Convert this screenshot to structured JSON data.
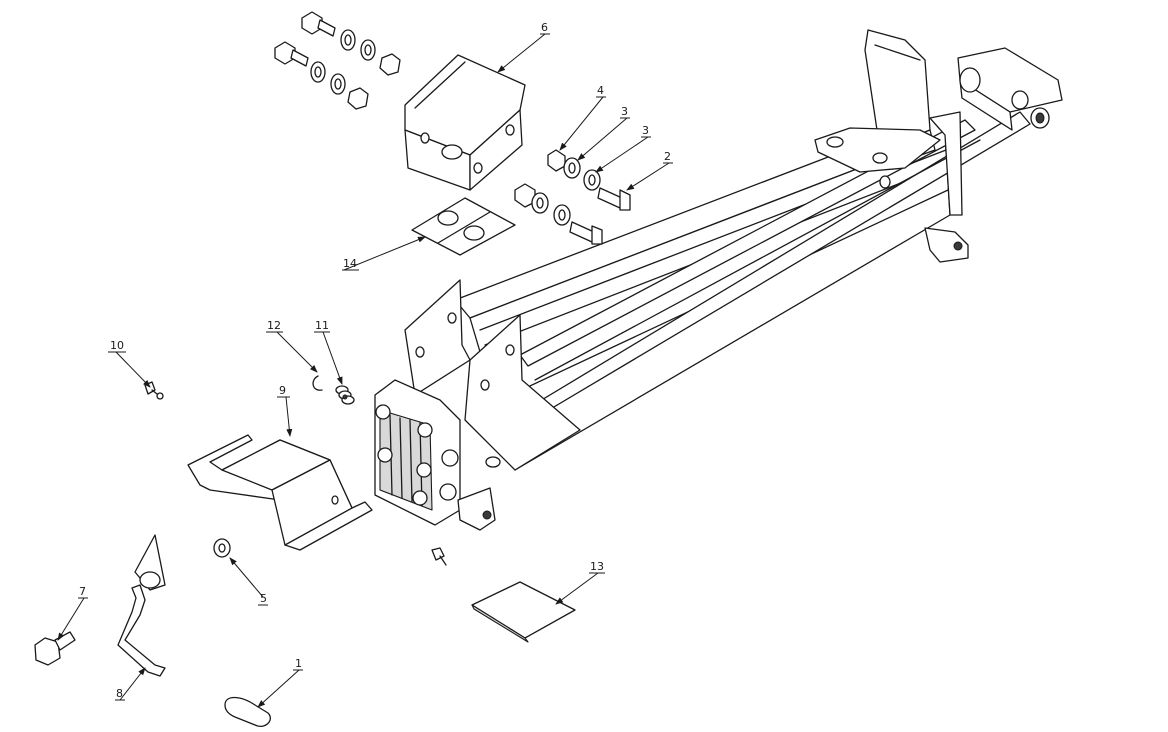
{
  "callouts": [
    {
      "id": "1",
      "text": "1"
    },
    {
      "id": "2",
      "text": "2"
    },
    {
      "id": "3a",
      "text": "3"
    },
    {
      "id": "3b",
      "text": "3"
    },
    {
      "id": "4",
      "text": "4"
    },
    {
      "id": "5",
      "text": "5"
    },
    {
      "id": "6",
      "text": "6"
    },
    {
      "id": "7",
      "text": "7"
    },
    {
      "id": "8",
      "text": "8"
    },
    {
      "id": "9",
      "text": "9"
    },
    {
      "id": "10",
      "text": "10"
    },
    {
      "id": "11",
      "text": "11"
    },
    {
      "id": "12",
      "text": "12"
    },
    {
      "id": "13",
      "text": "13"
    },
    {
      "id": "14",
      "text": "14"
    }
  ]
}
